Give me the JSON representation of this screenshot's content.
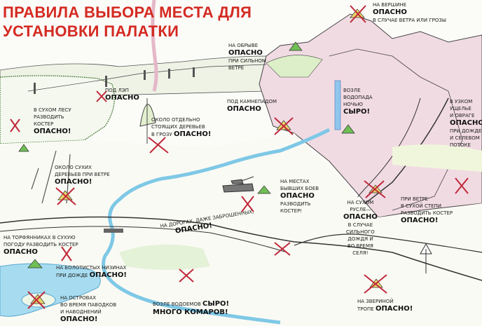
{
  "title": {
    "line1": "ПРАВИЛА ВЫБОРА МЕСТА ДЛЯ",
    "line2": "УСТАНОВКИ ПАЛАТКИ"
  },
  "labels": {
    "summit": {
      "l1": "На вершине",
      "strong": "ОПАСНО",
      "l2": "в случае ветра или грозы"
    },
    "cliff": {
      "l1": "На обрыве",
      "strong": "ОПАСНО",
      "l2": "при сильном",
      "l3": "ветре"
    },
    "power_line": {
      "l1": "Под ЛЭП",
      "strong": "ОПАСНО"
    },
    "dry_forest": {
      "l1": "В сухом лесу",
      "l2": "разводить",
      "l3": "костер",
      "strong": "ОПАСНО!"
    },
    "lone_trees": {
      "l1": "Около отдельно",
      "l2": "стоящих деревьев",
      "l3": "в грозу",
      "strong": "ОПАСНО!"
    },
    "rockfall": {
      "l1": "Под камнепадом",
      "strong": "ОПАСНО"
    },
    "waterfall": {
      "l1": "Возле",
      "l2": "водопада",
      "l3": "ночью",
      "strong": "СЫРО!"
    },
    "gorge": {
      "l1": "В узком",
      "l2": "ущелье",
      "l3": "и овраге",
      "strong": "ОПАСНО",
      "l4": "при дожде",
      "l5": "и селевом",
      "l6": "потоке"
    },
    "dry_trees": {
      "l1": "Около сухих",
      "l2": "деревьев при ветре",
      "strong": "ОПАСНО!"
    },
    "battlefield": {
      "l1": "На местах",
      "l2": "бывших боев",
      "strong": "ОПАСНО",
      "l3": "разводить",
      "l4": "костер!"
    },
    "dry_riverbed": {
      "l1": "На сухом",
      "l2": "русле—",
      "strong": "ОПАСНО",
      "l3": "в случае",
      "l4": "сильного",
      "l5": "дождя и",
      "l6": "во время",
      "l7": "селя!"
    },
    "steppe": {
      "l1": "При ветре",
      "l2": "в сухой степи",
      "l3": "разводить костер",
      "strong": "ОПАСНО!"
    },
    "roads": {
      "l1": "На дорогах, даже заброшенных,",
      "strong": "ОПАСНО!"
    },
    "peat": {
      "l1": "На торфянниках в сухую",
      "l2": "погоду разводить костер",
      "strong": "ОПАСНО"
    },
    "swamp": {
      "l1": "На болотистых низинах",
      "l2": "при дожде",
      "strong": "ОПАСНО!"
    },
    "islands": {
      "l1": "На островах",
      "l2": "во время паводков",
      "l3": "и наводнений",
      "strong": "ОПАСНО!"
    },
    "waterside": {
      "l1": "Возле водоемов",
      "strong": "СЫРО!",
      "l2": "МНОГО КОМАРОВ!"
    },
    "animal_trail": {
      "l1": "На звериной",
      "l2": "тропе",
      "strong": "ОПАСНО!"
    }
  },
  "colors": {
    "title": "#d42a22",
    "water": "#7ec8e6",
    "mountain": "#e6c6d2",
    "grass": "#b8dc9a",
    "cross": "#c0283a",
    "tent": "#5bb04a"
  }
}
